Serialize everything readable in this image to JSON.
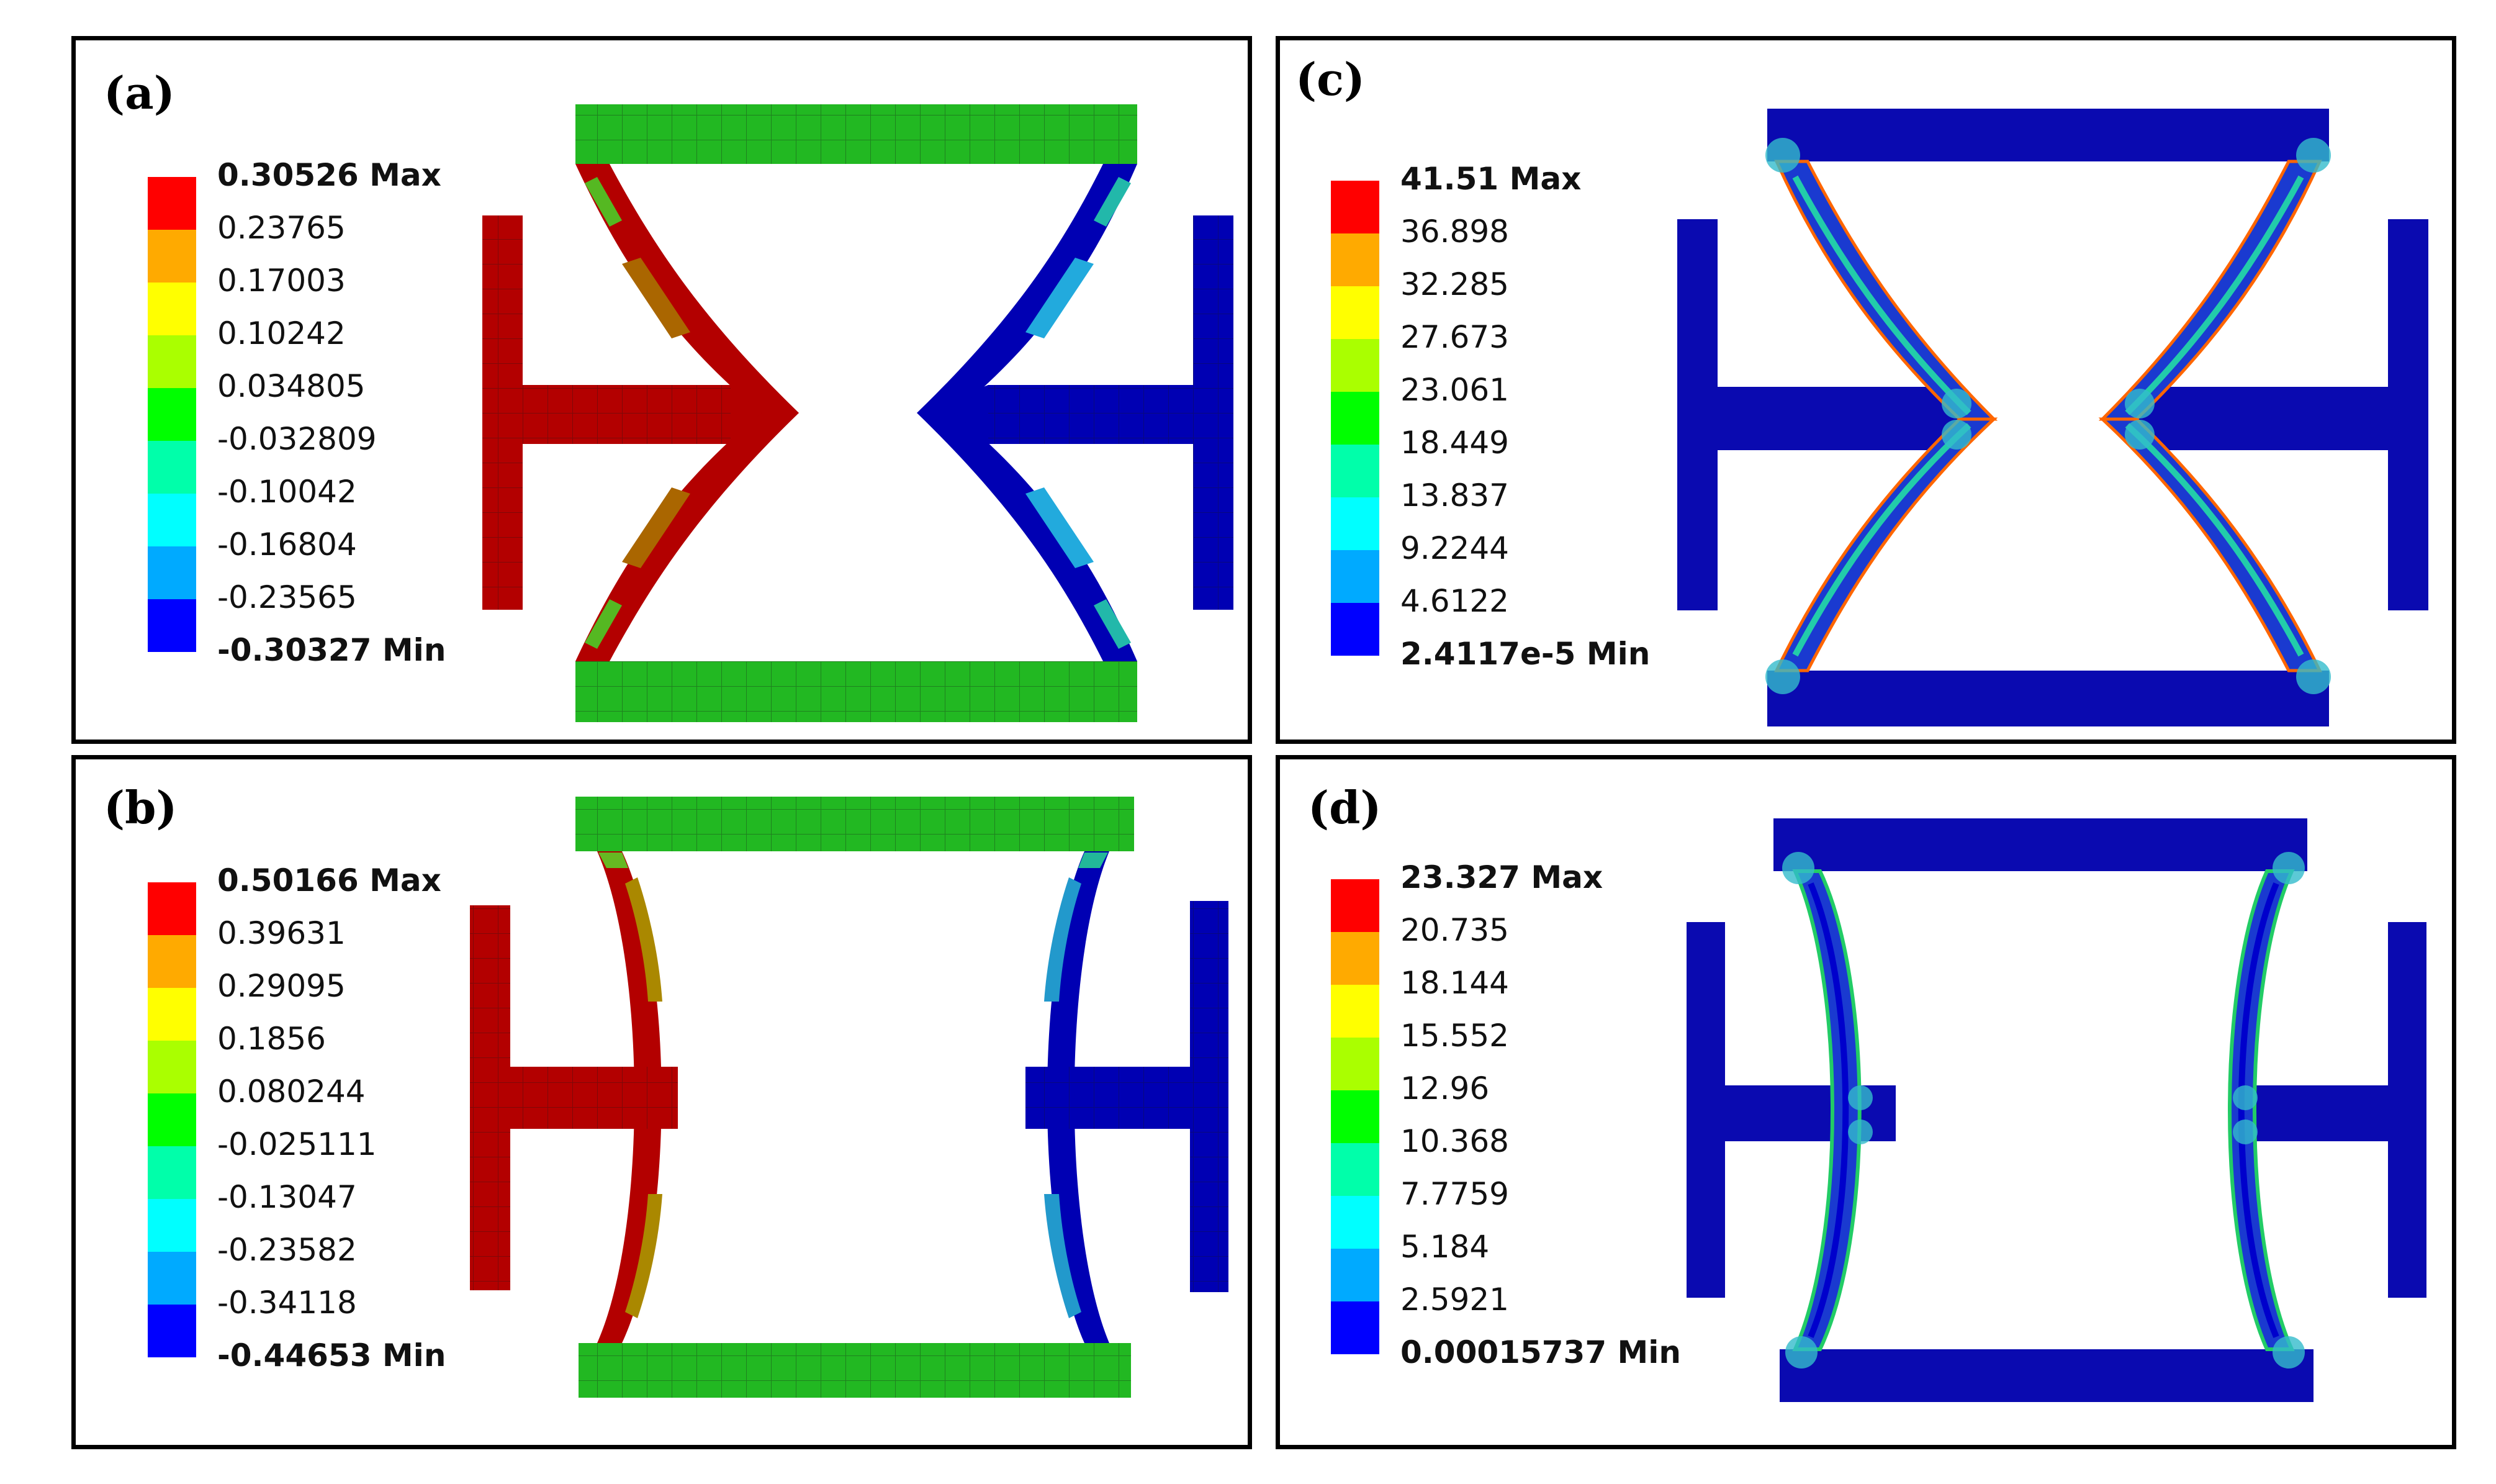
{
  "colors": [
    "#ff0000",
    "#ffaa00",
    "#ffff00",
    "#aaff00",
    "#00ff00",
    "#00ffaa",
    "#00ffff",
    "#00aaff",
    "#0000ff"
  ],
  "panels": [
    {
      "id": "a",
      "label": "(a)",
      "legend": {
        "max_value": "0.30526",
        "min_value": "-0.30327",
        "max_suffix": "Max",
        "min_suffix": "Min",
        "intermediate": [
          "0.23765",
          "0.17003",
          "0.10242",
          "0.034805",
          "-0.032809",
          "-0.10042",
          "-0.16804",
          "-0.23565"
        ]
      }
    },
    {
      "id": "b",
      "label": "(b)",
      "legend": {
        "max_value": "0.50166",
        "min_value": "-0.44653",
        "max_suffix": "Max",
        "min_suffix": "Min",
        "intermediate": [
          "0.39631",
          "0.29095",
          "0.1856",
          "0.080244",
          "-0.025111",
          "-0.13047",
          "-0.23582",
          "-0.34118"
        ]
      }
    },
    {
      "id": "c",
      "label": "(c)",
      "legend": {
        "max_value": "41.51",
        "min_value": "2.4117e-5",
        "max_suffix": "Max",
        "min_suffix": "Min",
        "intermediate": [
          "36.898",
          "32.285",
          "27.673",
          "23.061",
          "18.449",
          "13.837",
          "9.2244",
          "4.6122"
        ]
      }
    },
    {
      "id": "d",
      "label": "(d)",
      "legend": {
        "max_value": "23.327",
        "min_value": "0.00015737",
        "max_suffix": "Max",
        "min_suffix": "Min",
        "intermediate": [
          "20.735",
          "18.144",
          "15.552",
          "12.96",
          "10.368",
          "7.7759",
          "5.184",
          "2.5921"
        ]
      }
    }
  ]
}
